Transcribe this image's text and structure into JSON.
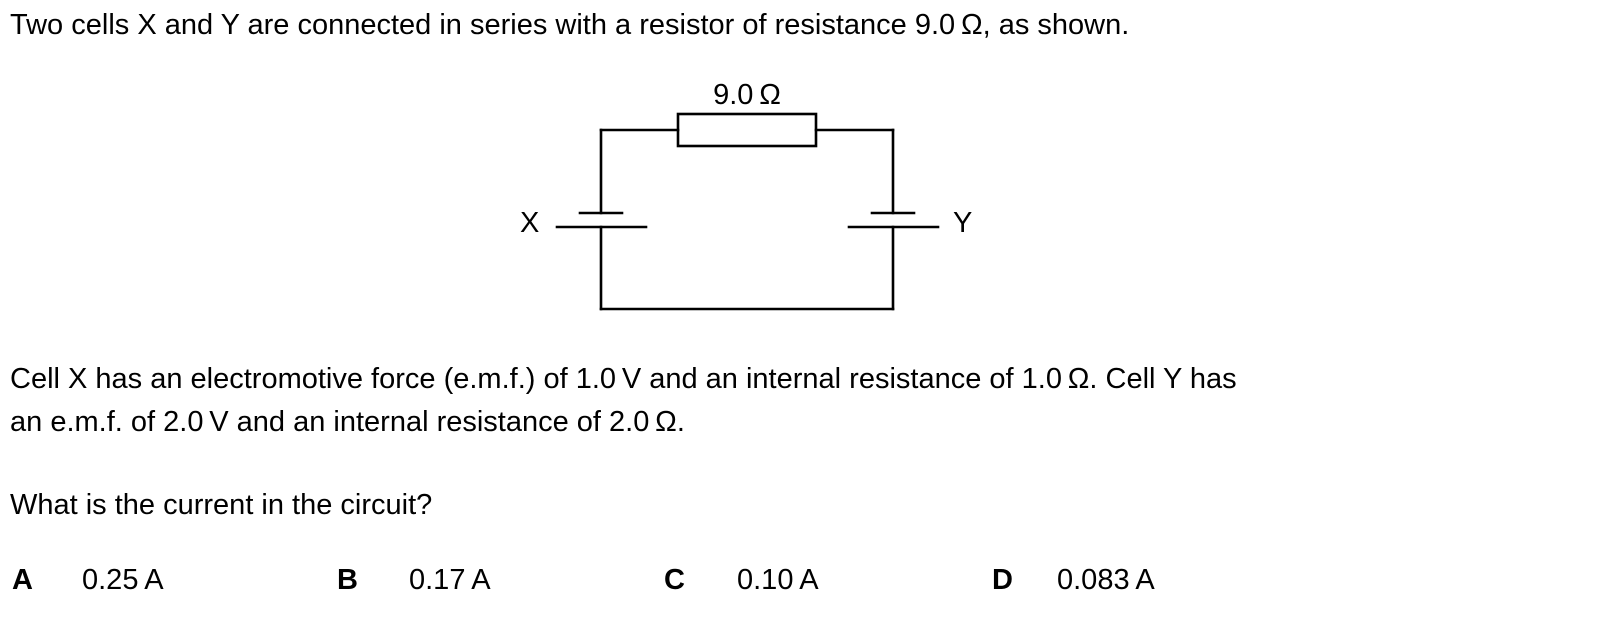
{
  "question": {
    "intro": "Two cells X and Y are connected in series with a resistor of resistance 9.0 Ω, as shown.",
    "paragraph_line1": "Cell X has an electromotive force (e.m.f.) of 1.0 V and an internal resistance of 1.0 Ω. Cell Y has",
    "paragraph_line2": "an e.m.f. of 2.0 V and an internal resistance of 2.0 Ω.",
    "prompt": "What is the current in the circuit?"
  },
  "diagram": {
    "resistor_label": "9.0 Ω",
    "cell_x_label": "X",
    "cell_y_label": "Y"
  },
  "options": [
    {
      "letter": "A",
      "value": "0.25 A"
    },
    {
      "letter": "B",
      "value": "0.17 A"
    },
    {
      "letter": "C",
      "value": "0.10 A"
    },
    {
      "letter": "D",
      "value": "0.083 A"
    }
  ]
}
